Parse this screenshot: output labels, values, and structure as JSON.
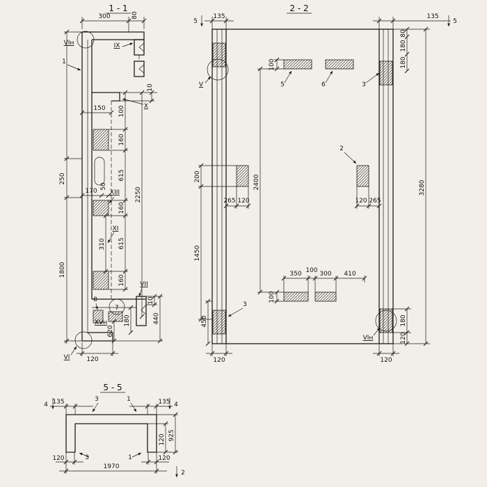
{
  "s1": {
    "title": "1 - 1",
    "dims": {
      "d300": "300",
      "d80": "80",
      "d10": "10",
      "d150": "150",
      "d100": "100",
      "d160": "160",
      "d615": "615",
      "d2250": "2250",
      "d250": "250",
      "d170": "170",
      "d50": "50",
      "d310": "310",
      "d1800": "1800",
      "d620": "620",
      "d180": "180",
      "d440": "440",
      "d120": "120"
    },
    "marks": {
      "vin": "VIн",
      "ix": "IX",
      "x": "X",
      "xiii": "XIII",
      "xi": "XI",
      "vii": "VII",
      "xvn": "XVн",
      "vi": "VI"
    },
    "parts": {
      "p1": "1",
      "p7": "7",
      "p8": "8"
    }
  },
  "s2": {
    "title": "2 - 2",
    "dims": {
      "d135": "135",
      "d80": "80",
      "d180": "180",
      "d100": "100",
      "d2400": "2400",
      "d3280": "3280",
      "d200": "200",
      "d1450": "1450",
      "d265": "265",
      "d120": "120",
      "d350": "350",
      "d300": "300",
      "d410": "410",
      "d450": "450"
    },
    "marks": {
      "v": "V",
      "vin": "VIн",
      "cut5": "5"
    },
    "parts": {
      "p2": "2",
      "p3": "3",
      "p5": "5",
      "p6": "6"
    }
  },
  "s5": {
    "title": "5 - 5",
    "dims": {
      "d135": "135",
      "d120": "120",
      "d925": "925",
      "d1970": "1970"
    },
    "marks": {
      "cut4": "4",
      "cut2": "2"
    },
    "parts": {
      "p1": "1",
      "p3": "3"
    }
  }
}
